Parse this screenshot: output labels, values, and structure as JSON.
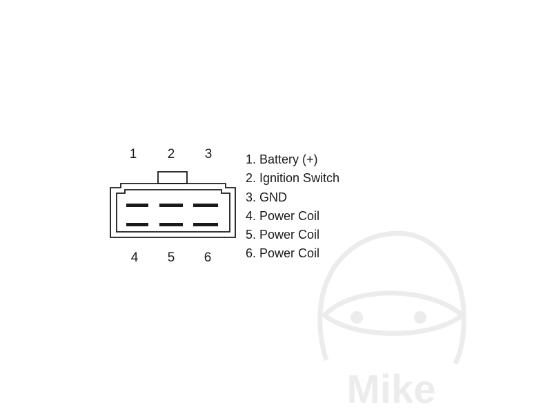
{
  "diagram": {
    "pins_top": [
      "1",
      "2",
      "3"
    ],
    "pins_bottom": [
      "4",
      "5",
      "6"
    ],
    "legend": [
      "1. Battery (+)",
      "2. Ignition Switch",
      "3. GND",
      "4. Power Coil",
      "5. Power Coil",
      "6. Power Coil"
    ]
  },
  "watermark": {
    "text": "Mike"
  },
  "colors": {
    "ink": "#1a1a1a",
    "watermark": "#ececec"
  }
}
